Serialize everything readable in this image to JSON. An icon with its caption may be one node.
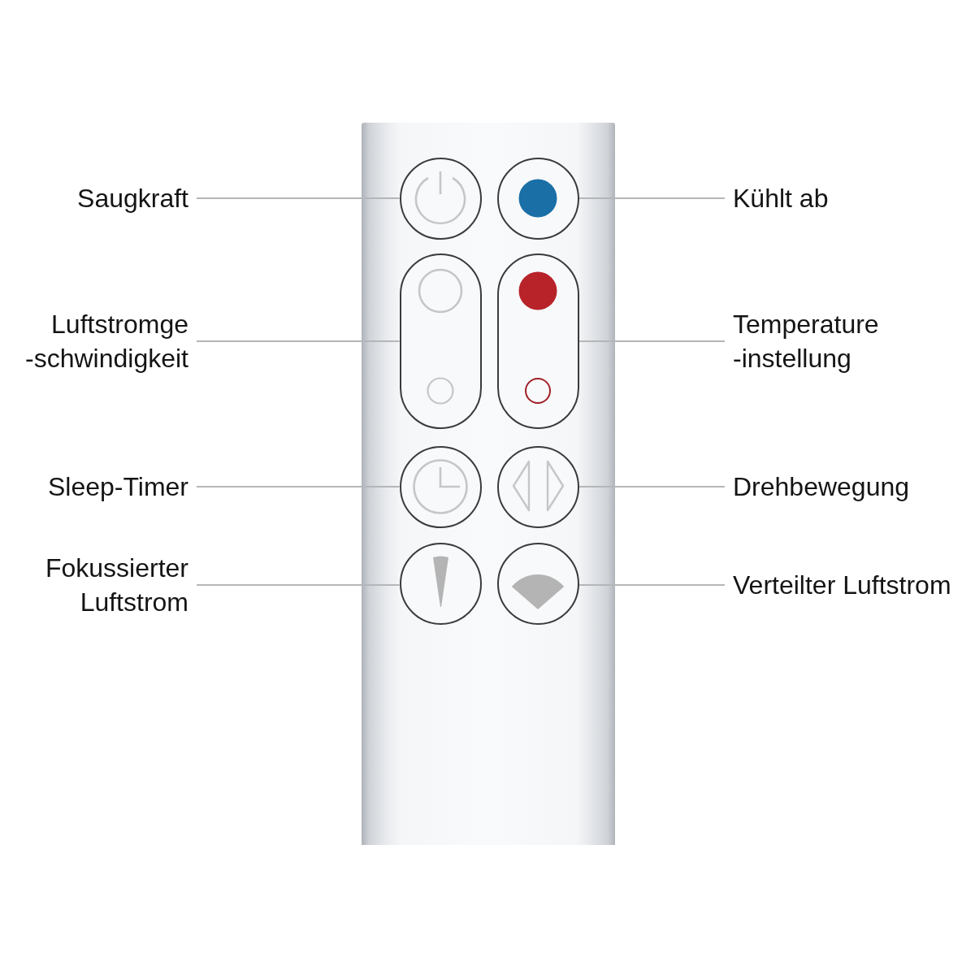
{
  "diagram": {
    "nodes": [
      {
        "text": [
          "Saugkraft"
        ]
      },
      {
        "text": [],
        "shape": "circle"
      },
      {
        "text": [],
        "shape": "circle"
      },
      {
        "text": [
          "Kühlt ab"
        ]
      },
      {
        "text": [
          "Luftstromge -schwindigkeit"
        ]
      },
      {
        "text": [],
        "shape": "pill"
      },
      {
        "text": [],
        "shape": "pill"
      },
      {
        "text": [
          "Temperature -instellung"
        ]
      },
      {
        "text": [
          "Sleep-Timer"
        ]
      },
      {
        "text": [],
        "shape": "circle"
      },
      {
        "text": [],
        "shape": "circle"
      },
      {
        "text": [
          "Drehbewegung"
        ]
      },
      {
        "text": [
          "Fokussierter Luftstrom"
        ]
      },
      {
        "text": [],
        "shape": "circle"
      },
      {
        "text": [],
        "shape": "circle"
      },
      {
        "text": [
          "Verteilter Luftstrom"
        ]
      }
    ],
    "edges": [
      {
        "from": 0,
        "to": 1,
        "arrow": "none"
      },
      {
        "from": 3,
        "to": 2,
        "arrow": "none"
      },
      {
        "from": 4,
        "to": 5,
        "arrow": "none"
      },
      {
        "from": 7,
        "to": 6,
        "arrow": "none"
      },
      {
        "from": 8,
        "to": 9,
        "arrow": "none"
      },
      {
        "from": 11,
        "to": 10,
        "arrow": "none"
      },
      {
        "from": 12,
        "to": 13,
        "arrow": "none"
      },
      {
        "from": 15,
        "to": 14,
        "arrow": "none"
      }
    ]
  }
}
